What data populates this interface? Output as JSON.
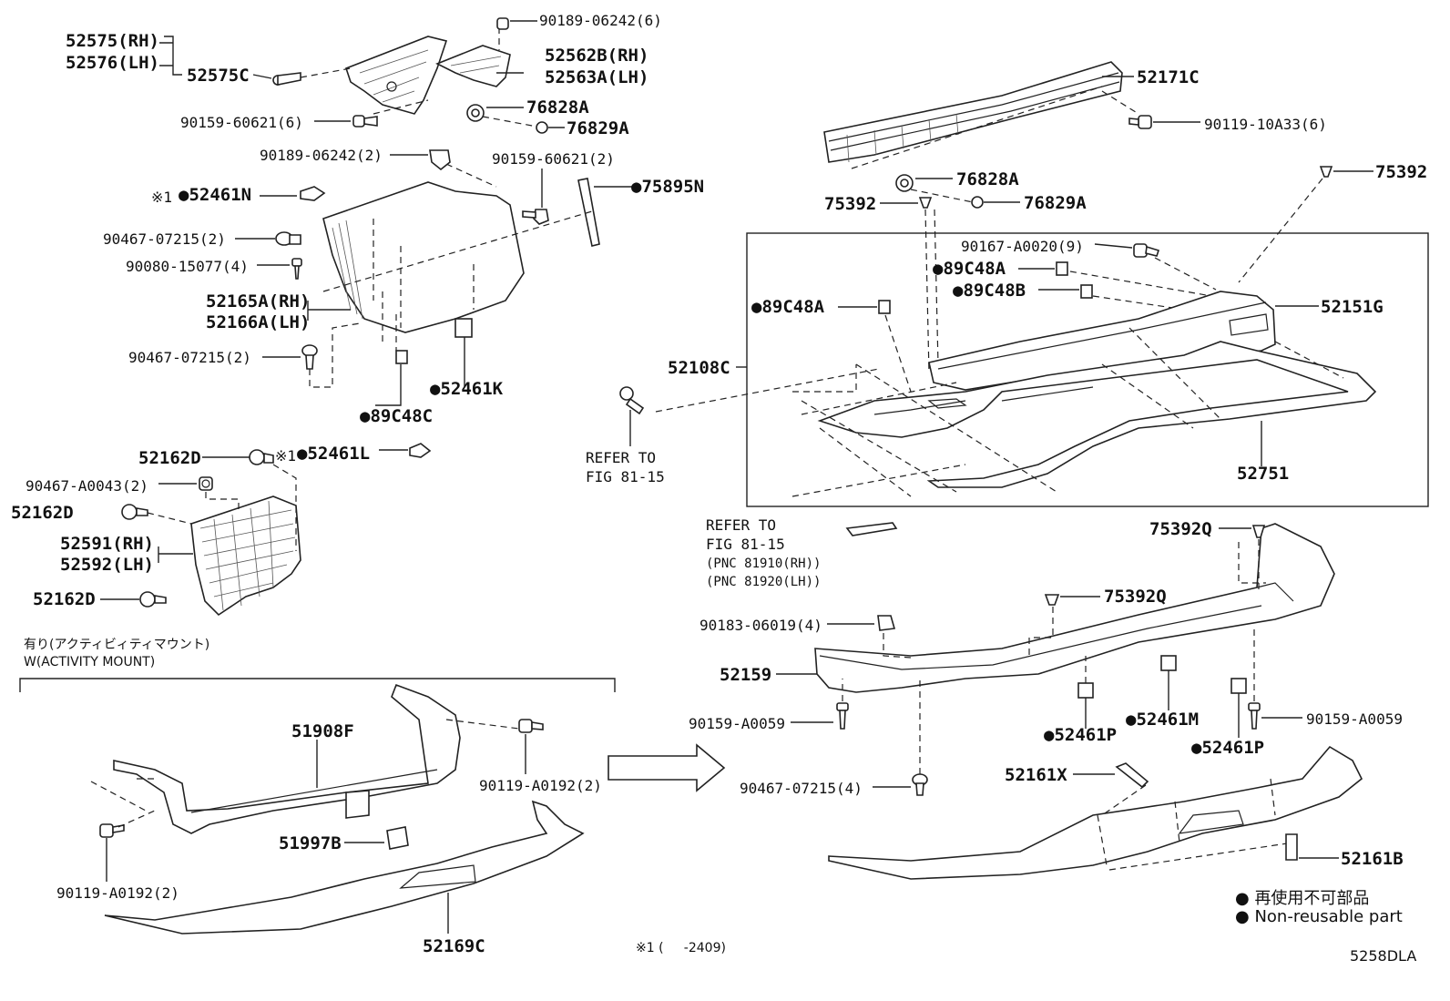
{
  "diagram_code": "5258DLA",
  "callouts": [
    {
      "id": "p52575",
      "text": "52575(RH)"
    },
    {
      "id": "p52576",
      "text": "52576(LH)"
    },
    {
      "id": "p52575c",
      "text": "52575C"
    },
    {
      "id": "p90189a",
      "text": "90189-06242(6)"
    },
    {
      "id": "p52562b",
      "text": "52562B(RH)"
    },
    {
      "id": "p52563a",
      "text": "52563A(LH)"
    },
    {
      "id": "p76828a1",
      "text": "76828A"
    },
    {
      "id": "p76829a1",
      "text": "76829A"
    },
    {
      "id": "p90159a",
      "text": "90159-60621(6)"
    },
    {
      "id": "p90189b",
      "text": "90189-06242(2)"
    },
    {
      "id": "p90159b",
      "text": "90159-60621(2)"
    },
    {
      "id": "p52461n",
      "text": "52461N"
    },
    {
      "id": "p75895n",
      "text": "75895N"
    },
    {
      "id": "p90467a",
      "text": "90467-07215(2)"
    },
    {
      "id": "p90080",
      "text": "90080-15077(4)"
    },
    {
      "id": "p52165a",
      "text": "52165A(RH)"
    },
    {
      "id": "p52166a",
      "text": "52166A(LH)"
    },
    {
      "id": "p90467b",
      "text": "90467-07215(2)"
    },
    {
      "id": "p52461k",
      "text": "52461K"
    },
    {
      "id": "p89c48c",
      "text": "89C48C"
    },
    {
      "id": "p52162d1",
      "text": "52162D"
    },
    {
      "id": "p52461l",
      "text": "52461L"
    },
    {
      "id": "p90467c",
      "text": "90467-A0043(2)"
    },
    {
      "id": "p52162d2",
      "text": "52162D"
    },
    {
      "id": "p52591",
      "text": "52591(RH)"
    },
    {
      "id": "p52592",
      "text": "52592(LH)"
    },
    {
      "id": "p52162d3",
      "text": "52162D"
    },
    {
      "id": "p52171c",
      "text": "52171C"
    },
    {
      "id": "p90119a",
      "text": "90119-10A33(6)"
    },
    {
      "id": "p76828a2",
      "text": "76828A"
    },
    {
      "id": "p76829a2",
      "text": "76829A"
    },
    {
      "id": "p75392a",
      "text": "75392"
    },
    {
      "id": "p75392b",
      "text": "75392"
    },
    {
      "id": "p90167",
      "text": "90167-A0020(9)"
    },
    {
      "id": "p89c48a1",
      "text": "89C48A"
    },
    {
      "id": "p89c48b",
      "text": "89C48B"
    },
    {
      "id": "p89c48a2",
      "text": "89C48A"
    },
    {
      "id": "p52151g",
      "text": "52151G"
    },
    {
      "id": "p52108c",
      "text": "52108C"
    },
    {
      "id": "p52751",
      "text": "52751"
    },
    {
      "id": "p75392q1",
      "text": "75392Q"
    },
    {
      "id": "p75392q2",
      "text": "75392Q"
    },
    {
      "id": "p90183",
      "text": "90183-06019(4)"
    },
    {
      "id": "p52159",
      "text": "52159"
    },
    {
      "id": "p90159c",
      "text": "90159-A0059"
    },
    {
      "id": "p90159d",
      "text": "90159-A0059"
    },
    {
      "id": "p52461p1",
      "text": "52461P"
    },
    {
      "id": "p52461m",
      "text": "52461M"
    },
    {
      "id": "p52461p2",
      "text": "52461P"
    },
    {
      "id": "p90467d",
      "text": "90467-07215(4)"
    },
    {
      "id": "p52161x",
      "text": "52161X"
    },
    {
      "id": "p52161b",
      "text": "52161B"
    },
    {
      "id": "p51908f",
      "text": "51908F"
    },
    {
      "id": "p90119b",
      "text": "90119-A0192(2)"
    },
    {
      "id": "p90119c",
      "text": "90119-A0192(2)"
    },
    {
      "id": "p51997b",
      "text": "51997B"
    },
    {
      "id": "p52169c",
      "text": "52169C"
    }
  ],
  "references": {
    "refer1_line1": "REFER TO",
    "refer1_line2": "FIG 81-15",
    "refer2_line1": "REFER TO",
    "refer2_line2": "FIG 81-15",
    "refer2_line3": "(PNC 81910(RH))",
    "refer2_line4": "(PNC 81920(LH))"
  },
  "notes": {
    "mark1": "※1",
    "mark2": "※1",
    "footnote": "※1 (     -2409)",
    "activity_jp": "有り(アクティビィティマウント)",
    "activity_en": "W(ACTIVITY MOUNT)"
  },
  "legend": {
    "jp": "再使用不可部品",
    "en": "Non-reusable part"
  }
}
